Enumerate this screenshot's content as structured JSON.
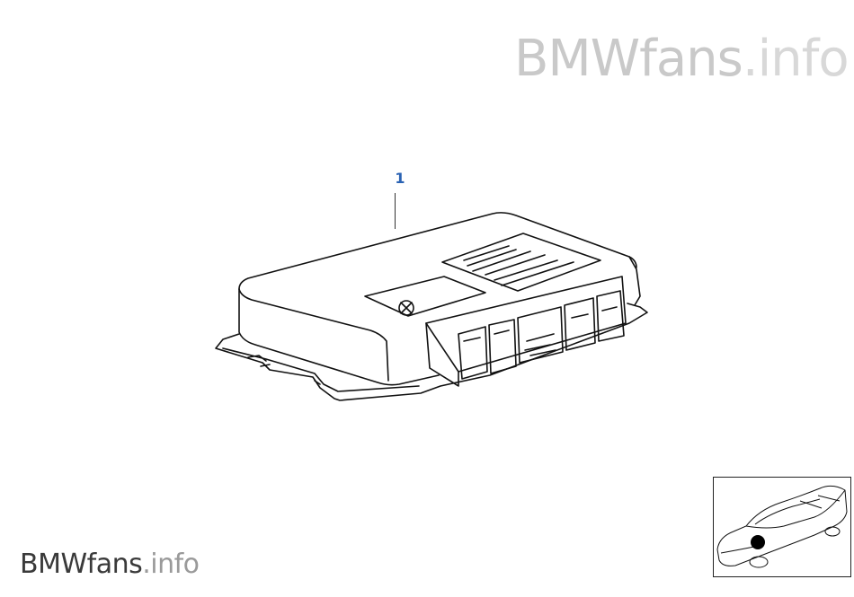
{
  "watermark": {
    "brand": "BMWfans",
    "ext": ".info"
  },
  "callouts": [
    {
      "label": "1"
    }
  ],
  "thumbnail": {
    "icon": "car-location-icon",
    "marker_color": "#000000"
  },
  "colors": {
    "callout": "#2a62b3",
    "watermark_top": "#c9c9c9",
    "watermark_bottom": "#3a3a3a"
  }
}
